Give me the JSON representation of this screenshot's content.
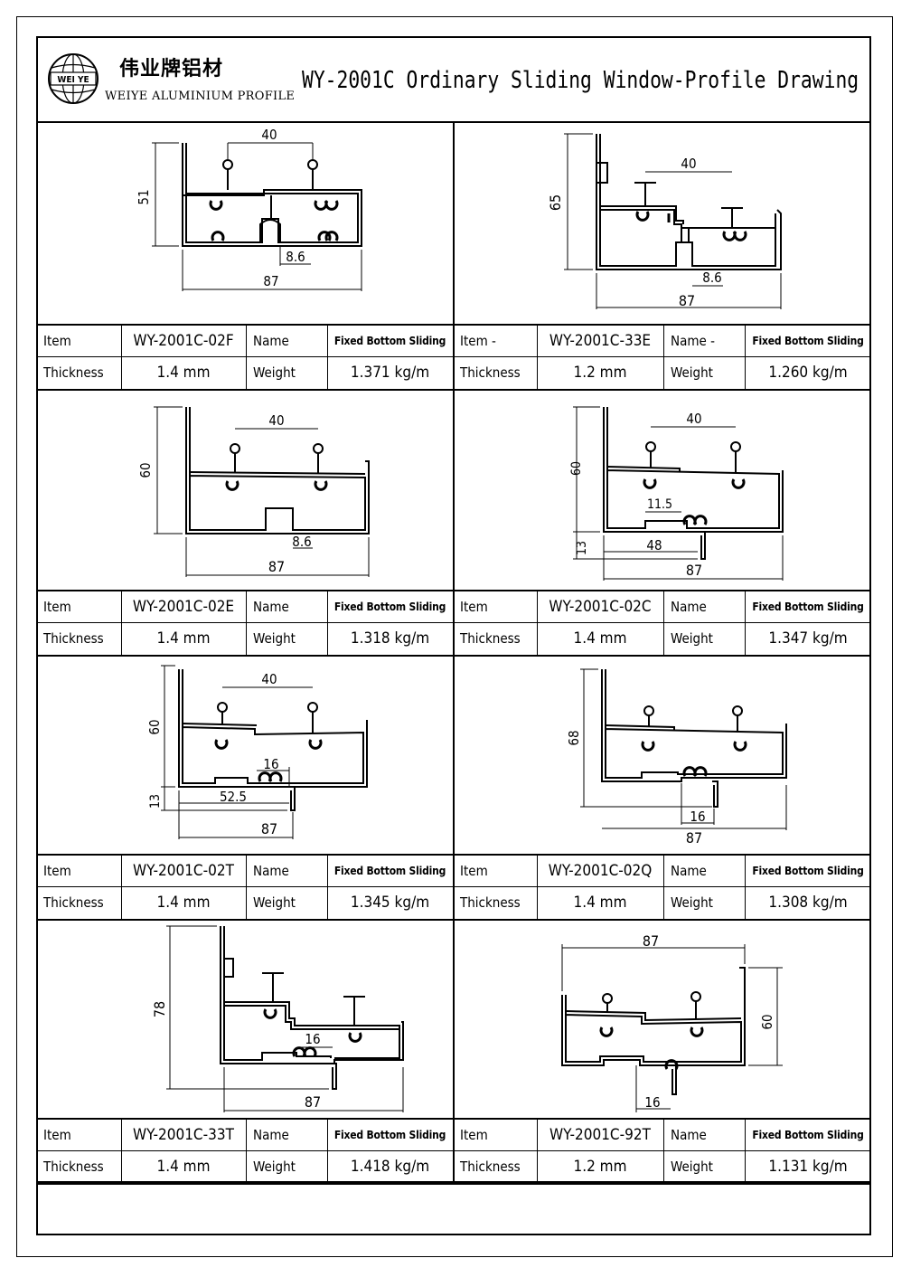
{
  "header": {
    "brand_cn": "伟业牌铝材",
    "brand_en": "WEIYE ALUMINIUM PROFILE",
    "logo_text": "WEI YE",
    "title": "WY-2001C Ordinary Sliding Window-Profile Drawing"
  },
  "labels": {
    "item": "Item",
    "name": "Name",
    "thickness": "Thickness",
    "weight": "Weight",
    "item_dash": "Item  -",
    "name_dash": "Name  -"
  },
  "profiles": [
    {
      "item": "WY-2001C-02F",
      "name": "Fixed Bottom Sliding",
      "thickness": "1.4 mm",
      "weight": "1.371 kg/m",
      "dims": [
        "40",
        "51",
        "8.6",
        "87"
      ]
    },
    {
      "item": "WY-2001C-33E",
      "name": "Fixed Bottom Sliding",
      "thickness": "1.2 mm",
      "weight": "1.260 kg/m",
      "dims": [
        "40",
        "65",
        "8.6",
        "87"
      ]
    },
    {
      "item": "WY-2001C-02E",
      "name": "Fixed Bottom Sliding",
      "thickness": "1.4 mm",
      "weight": "1.318 kg/m",
      "dims": [
        "40",
        "60",
        "8.6",
        "87"
      ]
    },
    {
      "item": "WY-2001C-02C",
      "name": "Fixed Bottom Sliding",
      "thickness": "1.4 mm",
      "weight": "1.347 kg/m",
      "dims": [
        "40",
        "60",
        "11.5",
        "13",
        "48",
        "87"
      ]
    },
    {
      "item": "WY-2001C-02T",
      "name": "Fixed Bottom Sliding",
      "thickness": "1.4 mm",
      "weight": "1.345 kg/m",
      "dims": [
        "40",
        "60",
        "16",
        "13",
        "52.5",
        "87"
      ]
    },
    {
      "item": "WY-2001C-02Q",
      "name": "Fixed Bottom Sliding",
      "thickness": "1.4 mm",
      "weight": "1.308 kg/m",
      "dims": [
        "68",
        "16",
        "87"
      ]
    },
    {
      "item": "WY-2001C-33T",
      "name": "Fixed Bottom Sliding",
      "thickness": "1.4 mm",
      "weight": "1.418 kg/m",
      "dims": [
        "78",
        "16",
        "87"
      ]
    },
    {
      "item": "WY-2001C-92T",
      "name": "Fixed Bottom Sliding",
      "thickness": "1.2 mm",
      "weight": "1.131 kg/m",
      "dims": [
        "87",
        "60",
        "16"
      ]
    }
  ]
}
